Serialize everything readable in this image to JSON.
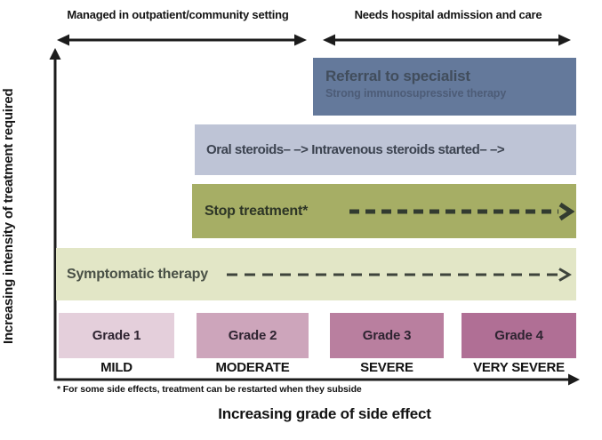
{
  "header": {
    "left_label": "Managed in outpatient/community setting",
    "right_label": "Needs hospital admission and care"
  },
  "axes": {
    "y_label": "Increasing intensity of treatment required",
    "x_label": "Increasing grade of side effect"
  },
  "bars": {
    "referral": {
      "title": "Referral to specialist",
      "subtitle": "Strong immunosupressive therapy",
      "color": "#64799b"
    },
    "oral": {
      "label": "Oral steroids– –> Intravenous steroids started– –>",
      "color": "#bec4d6"
    },
    "stop": {
      "label": "Stop treatment*",
      "color": "#a6ae65"
    },
    "symptomatic": {
      "label": "Symptomatic therapy",
      "color": "#e2e6c6"
    }
  },
  "grades": [
    {
      "label": "Grade 1",
      "severity": "MILD",
      "color": "#e4cfdb"
    },
    {
      "label": "Grade 2",
      "severity": "MODERATE",
      "color": "#cda5bb"
    },
    {
      "label": "Grade 3",
      "severity": "SEVERE",
      "color": "#b97f9f"
    },
    {
      "label": "Grade 4",
      "severity": "VERY SEVERE",
      "color": "#b06f95"
    }
  ],
  "footnote": "* For some side effects, treatment can be restarted when they subside"
}
